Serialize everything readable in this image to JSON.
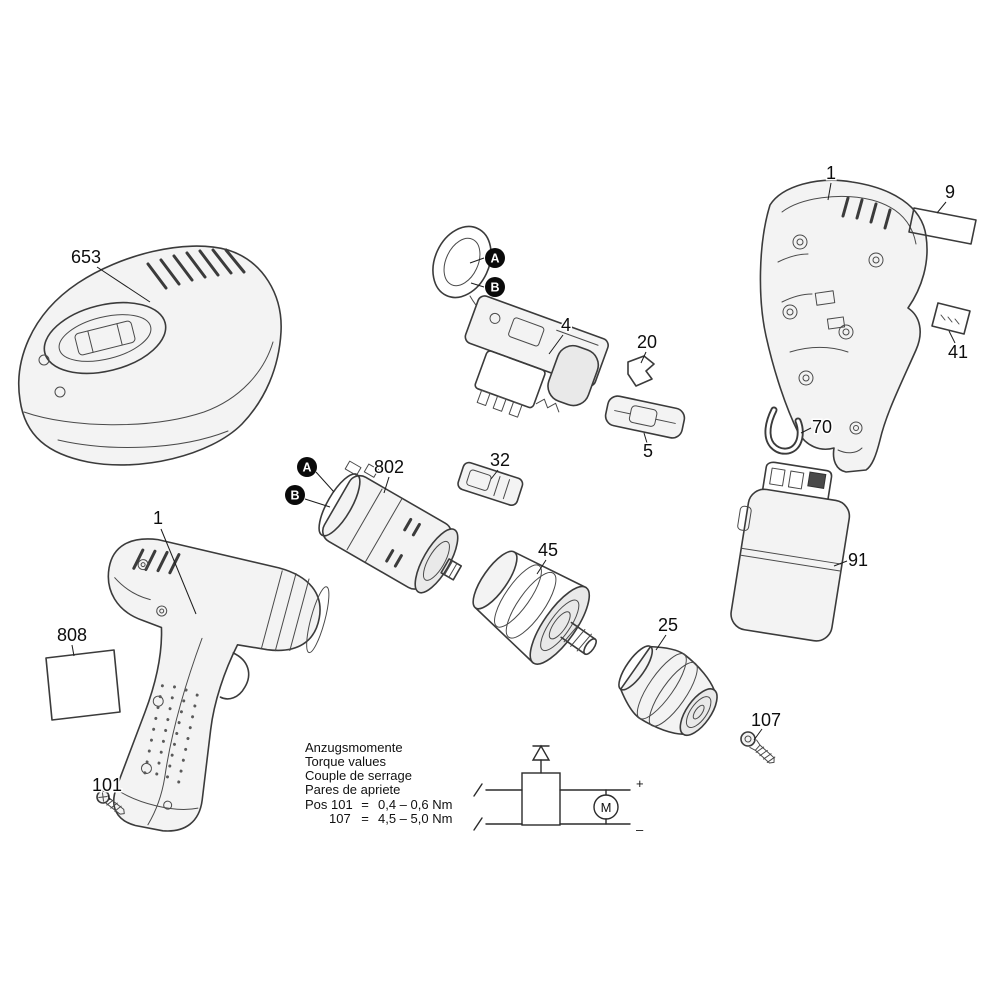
{
  "labels": {
    "charger": "653",
    "housing_half": "1",
    "sticker_top_right": "9",
    "sticker_small": "41",
    "belt_hook": "70",
    "switch_module": "4",
    "selector_clip": "20",
    "selector_button": "5",
    "motor": "802",
    "switch_cap": "32",
    "gearbox": "45",
    "chuck": "25",
    "battery_pack": "91",
    "chuck_screw": "107",
    "drill_housing": "1",
    "sticker_type_plate": "808",
    "housing_screw": "101"
  },
  "callouts": {
    "a": "A",
    "b": "B"
  },
  "torque_note": {
    "lines": [
      "Anzugsmomente",
      "Torque values",
      "Couple de serrage",
      "Pares de apriete"
    ],
    "rows": [
      {
        "pos": "Pos 101",
        "eq": "=",
        "value": "0,4 –  0,6 Nm"
      },
      {
        "pos": "107",
        "eq": "=",
        "value": "4,5 –  5,0 Nm"
      }
    ]
  },
  "circuit": {
    "motor": "M",
    "plus": "+",
    "minus": "–"
  }
}
